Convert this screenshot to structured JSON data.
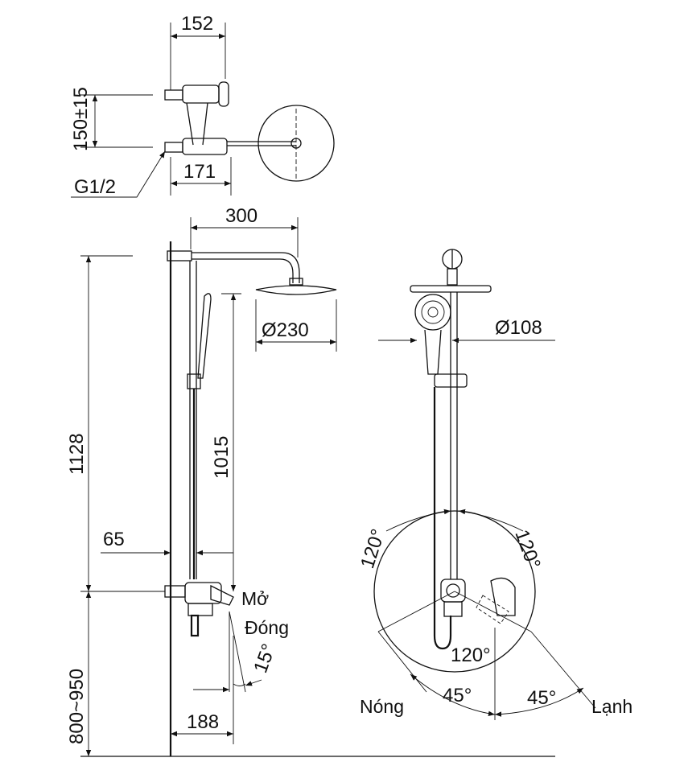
{
  "top_view": {
    "width_152": "152",
    "spacing": "150±15",
    "thread": "G1/2",
    "width_171": "171"
  },
  "side_view": {
    "arm_300": "300",
    "head_diameter": "Ø230",
    "height_1128": "1128",
    "height_1015": "1015",
    "offset_65": "65",
    "open_label": "Mở",
    "close_label": "Đóng",
    "angle_15": "15°",
    "depth_188": "188",
    "mount_height": "800~950"
  },
  "front_view": {
    "hand_diameter": "Ø108",
    "angle_left": "120°",
    "angle_right": "120°",
    "angle_bottom": "120°",
    "angle_45_left": "45°",
    "angle_45_right": "45°",
    "hot_label": "Nóng",
    "cold_label": "Lạnh"
  }
}
